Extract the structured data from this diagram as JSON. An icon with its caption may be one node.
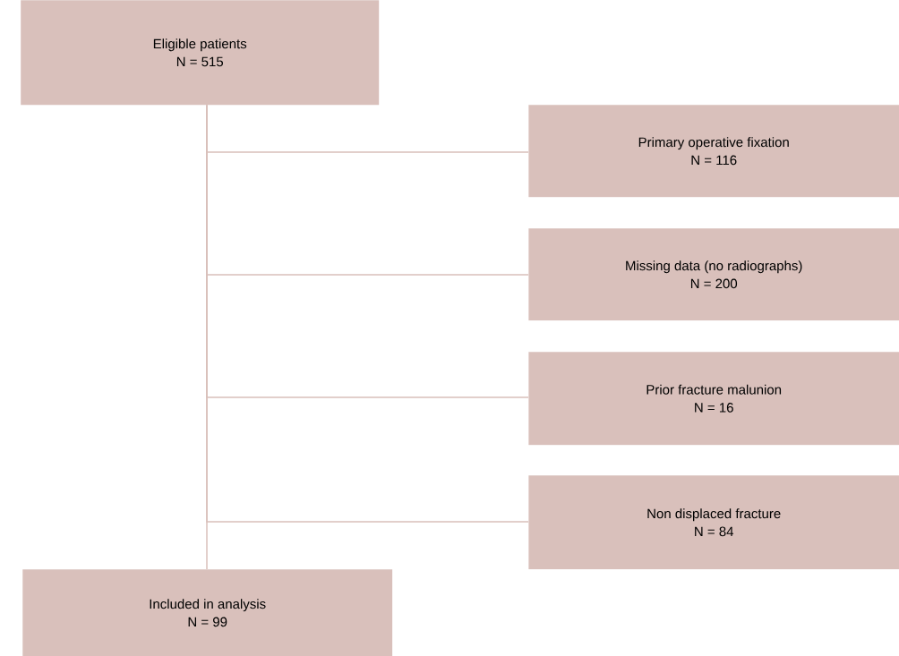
{
  "diagram": {
    "nodes": [
      {
        "text": [
          "Eligible patients",
          "N = 515"
        ]
      },
      {
        "text": [
          "Primary operative fixation",
          "N = 116"
        ]
      },
      {
        "text": [
          "Missing data (no radiographs)",
          "N = 200"
        ]
      },
      {
        "text": [
          "Prior fracture malunion",
          "N = 16"
        ]
      },
      {
        "text": [
          "Non displaced fracture",
          "N = 84"
        ]
      },
      {
        "text": [
          "Included in analysis",
          "N = 99"
        ]
      }
    ],
    "edges": [
      {
        "from": 0,
        "to": 1,
        "arrow": "none"
      },
      {
        "from": 0,
        "to": 2,
        "arrow": "none"
      },
      {
        "from": 0,
        "to": 3,
        "arrow": "none"
      },
      {
        "from": 0,
        "to": 4,
        "arrow": "none"
      },
      {
        "from": 0,
        "to": 5,
        "arrow": "none"
      }
    ]
  }
}
